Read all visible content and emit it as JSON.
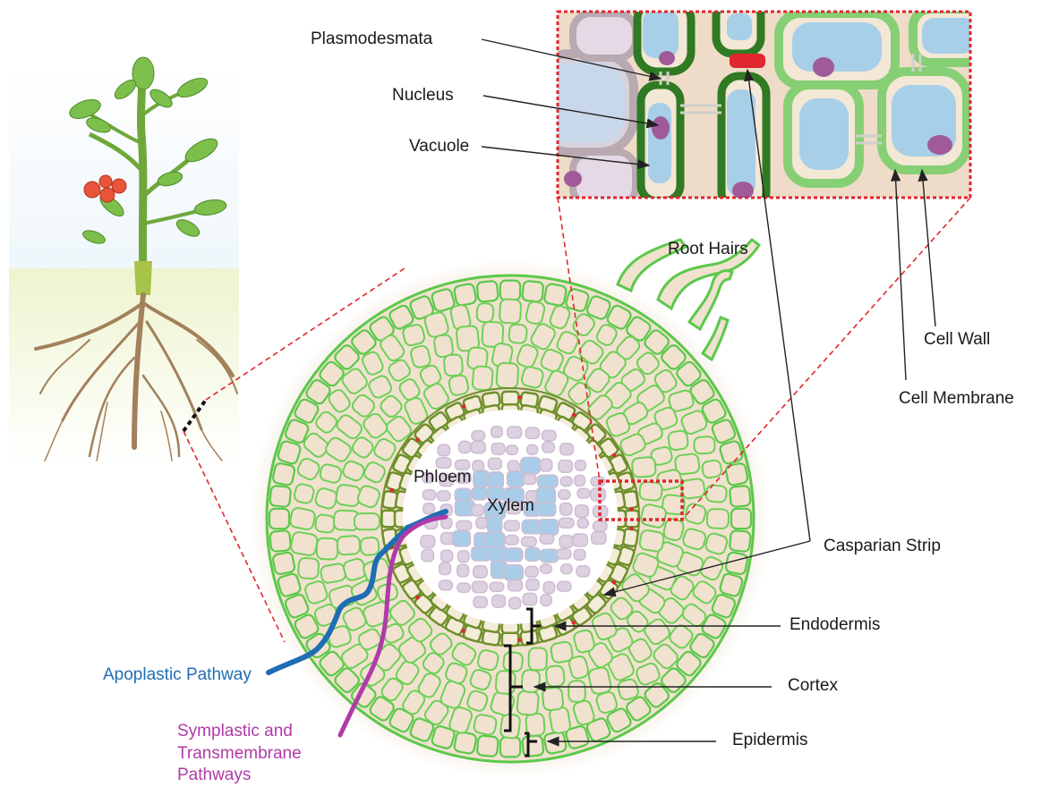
{
  "labels": {
    "plasmodesmata": "Plasmodesmata",
    "nucleus": "Nucleus",
    "vacuole": "Vacuole",
    "root_hairs": "Root Hairs",
    "cell_wall": "Cell Wall",
    "cell_membrane": "Cell Membrane",
    "phloem": "Phloem",
    "xylem": "Xylem",
    "casparian_strip": "Casparian Strip",
    "endodermis": "Endodermis",
    "cortex": "Cortex",
    "epidermis": "Epidermis",
    "apoplastic": "Apoplastic Pathway",
    "symplastic": "Symplastic and\nTransmembrane\nPathways"
  },
  "colors": {
    "cell_outline": "#5cc84a",
    "cytoplasm": "#efe0cc",
    "endodermis": "#6f8f2a",
    "stele": "#ddd0e0",
    "xylem": "#a9cde8",
    "casparian": "#e0262f",
    "apoplastic": "#1f6db3",
    "symplastic": "#b03aa8",
    "zoom_box": "#e0262f"
  }
}
